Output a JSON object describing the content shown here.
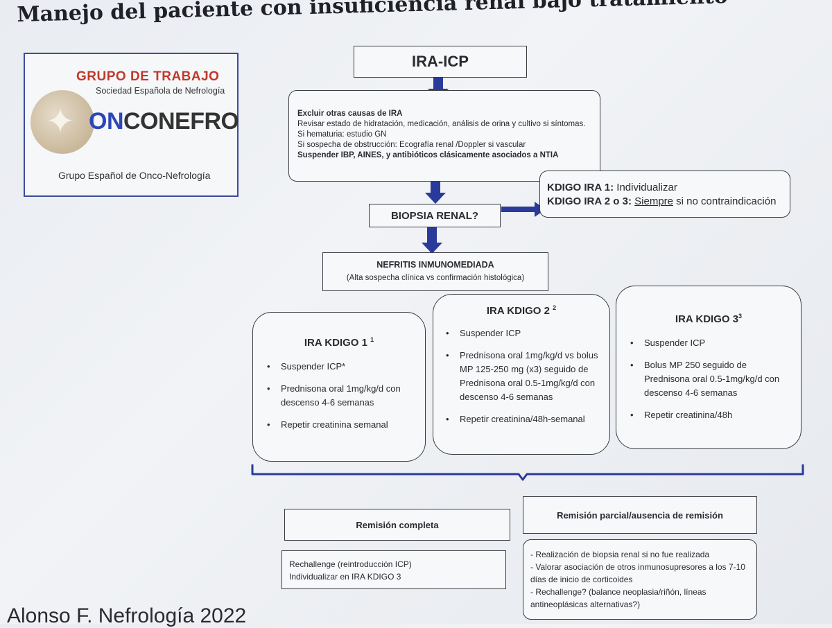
{
  "slide": {
    "title": "Manejo del paciente con insuficiencia renal bajo tratamiento",
    "source": "Alonso F. Nefrología 2022"
  },
  "logo": {
    "grupo": "GRUPO DE TRABAJO",
    "sociedad": "Sociedad Española de Nefrología",
    "brand_on": "ON",
    "brand_rest": "CONEFRO",
    "grupo_espanol": "Grupo Español de Onco-Nefrología",
    "colors": {
      "accent_red": "#c0392b",
      "accent_blue": "#2b47b8",
      "arrow_blue": "#2a3a9a"
    }
  },
  "flow": {
    "start": "IRA-ICP",
    "exclude": [
      "Excluir otras causas de IRA",
      "Revisar estado de hidratación, medicación, análisis de orina y cultivo si síntomas.",
      "Si hematuria: estudio GN",
      "Si sospecha de obstrucción: Ecografía renal /Doppler si vascular",
      "Suspender IBP, AINES, y antibióticos clásicamente asociados a NTIA"
    ],
    "biopsy": "BIOPSIA RENAL?",
    "kdigo_note": {
      "line1_bold": "KDIGO IRA 1:",
      "line1_rest": " Individualizar",
      "line2_bold": "KDIGO IRA 2 o 3:",
      "line2_underline": "Siempre",
      "line2_rest": " si no contraindicación"
    },
    "nephritis": {
      "title": "NEFRITIS INMUNOMEDIADA",
      "subtitle": "(Alta sospecha clínica vs confirmación histológica)"
    },
    "grades": [
      {
        "title": "IRA KDIGO 1",
        "sup": "1",
        "items": [
          "Suspender ICP*",
          "Prednisona oral  1mg/kg/d con descenso 4-6 semanas",
          "Repetir creatinina semanal"
        ]
      },
      {
        "title": "IRA KDIGO 2",
        "sup": "2",
        "items": [
          "Suspender ICP",
          "Prednisona oral  1mg/kg/d vs bolus MP 125-250 mg (x3) seguido de Prednisona oral  0.5-1mg/kg/d con descenso 4-6 semanas",
          "Repetir creatinina/48h-semanal"
        ]
      },
      {
        "title": "IRA KDIGO 3",
        "sup": "3",
        "items": [
          "Suspender ICP",
          "Bolus MP 250 seguido de Prednisona oral  0.5-1mg/kg/d con descenso 4-6 semanas",
          "Repetir creatinina/48h"
        ]
      }
    ],
    "outcomes": {
      "complete": "Remisión completa",
      "partial": "Remisión parcial/ausencia de remisión",
      "complete_actions": [
        "Rechallenge (reintroducción ICP)",
        "Individualizar en IRA KDIGO 3"
      ],
      "partial_actions": [
        "- Realización de biopsia renal si no fue realizada",
        "- Valorar asociación de otros inmunosupresores a los 7-10 días de inicio de corticoides",
        "- Rechallenge? (balance neoplasia/riñón, líneas antineoplásicas alternativas?)"
      ]
    }
  }
}
